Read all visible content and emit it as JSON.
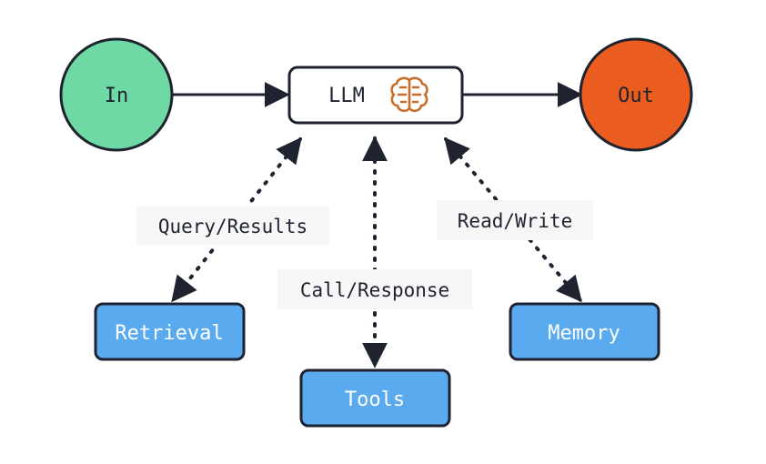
{
  "nodes": {
    "input": {
      "label": "In",
      "fill": "#6fd9a6"
    },
    "llm": {
      "label": "LLM",
      "icon": "brain-icon",
      "icon_color": "#c96d2a"
    },
    "output": {
      "label": "Out",
      "fill": "#eb5c1f"
    },
    "retrieval": {
      "label": "Retrieval",
      "fill": "#5aaaf0"
    },
    "tools": {
      "label": "Tools",
      "fill": "#5aaaf0"
    },
    "memory": {
      "label": "Memory",
      "fill": "#5aaaf0"
    }
  },
  "edges": {
    "retrieval": {
      "label": "Query/Results",
      "style": "dotted",
      "direction": "both"
    },
    "tools": {
      "label": "Call/Response",
      "style": "dotted",
      "direction": "both"
    },
    "memory": {
      "label": "Read/Write",
      "style": "dotted",
      "direction": "both"
    }
  },
  "colors": {
    "stroke": "#1f2330",
    "label_bg": "#f7f7f7"
  }
}
